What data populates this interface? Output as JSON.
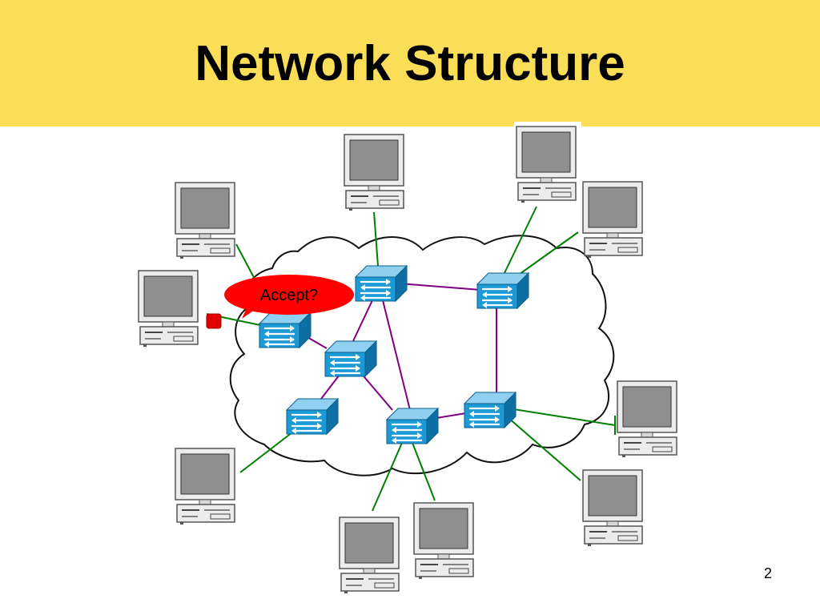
{
  "slide": {
    "title": "Network Structure",
    "page_number": "2"
  },
  "diagram": {
    "callout_text": "Accept?",
    "colors": {
      "header_background": "#fade57",
      "link_switch": "#800080",
      "link_host": "#008000",
      "callout": "#ff0000",
      "switch_face": "#1b9ad6",
      "blocked_port": "#e00000"
    },
    "icons": {
      "switch": "network-switch-icon",
      "host": "desktop-computer-icon",
      "cloud": "network-cloud-outline",
      "blocked": "blocked-port-marker"
    }
  }
}
